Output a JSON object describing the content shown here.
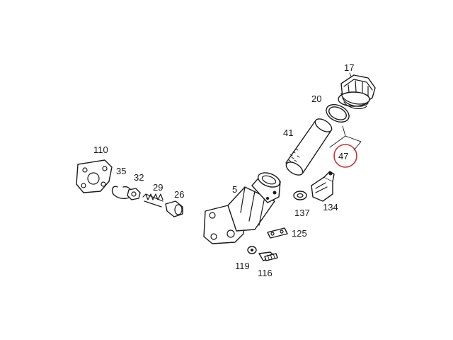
{
  "highlight_color": "#cc3333",
  "labels": {
    "p17": "17",
    "p20": "20",
    "p41": "41",
    "p47": "47",
    "p110": "110",
    "p35": "35",
    "p32": "32",
    "p29": "29",
    "p26": "26",
    "p5": "5",
    "p137": "137",
    "p134": "134",
    "p125": "125",
    "p119": "119",
    "p116": "116"
  }
}
